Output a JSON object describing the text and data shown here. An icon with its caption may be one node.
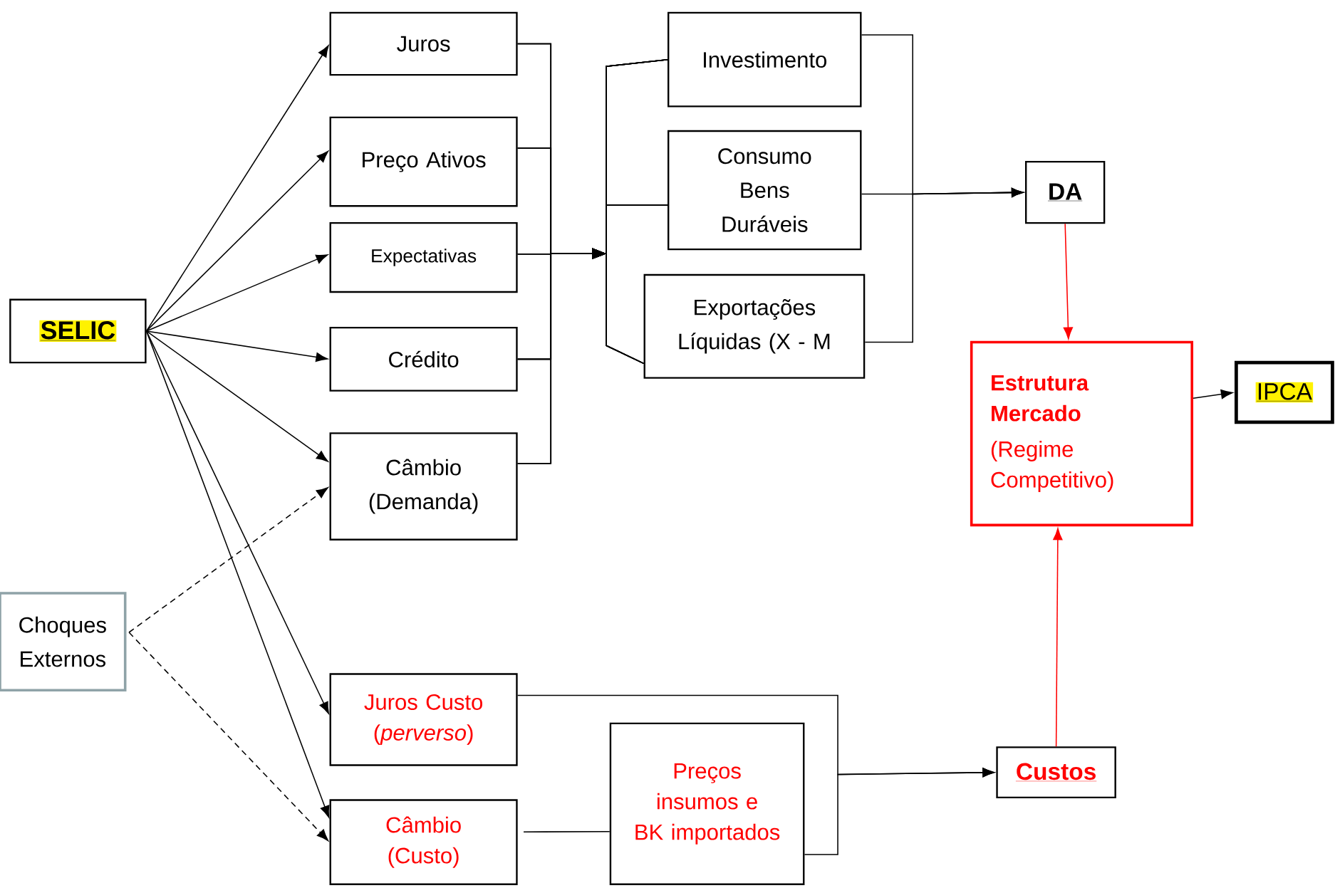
{
  "diagram": {
    "nodes": [
      {
        "text": [
          "SELIC"
        ]
      },
      {
        "text": [
          "Juros"
        ]
      },
      {
        "text": [
          "Preço Ativos"
        ]
      },
      {
        "text": [
          "Expectativas"
        ]
      },
      {
        "text": [
          "Crédito"
        ]
      },
      {
        "text": [
          "Câmbio (Demanda)"
        ]
      },
      {
        "text": [
          "Choques Externos"
        ]
      },
      {
        "text": [
          "Juros Custo (*perverso*)"
        ]
      },
      {
        "text": [
          "Câmbio (Custo)"
        ]
      },
      {
        "text": [
          "Investimento"
        ]
      },
      {
        "text": [
          "Consumo Bens Duráveis"
        ]
      },
      {
        "text": [
          "Exportações Líquidas (X - M"
        ]
      },
      {
        "text": [
          "Preços insumos e BK importados"
        ]
      },
      {
        "text": [
          "DA"
        ]
      },
      {
        "text": [
          "Custos"
        ]
      },
      {
        "text": [
          "Estrutura Mercado",
          "(Regime Competitivo)"
        ]
      },
      {
        "text": [
          "IPCA"
        ]
      }
    ],
    "edges": [
      {
        "from": 0,
        "to": 1,
        "arrow": "to"
      },
      {
        "from": 0,
        "to": 2,
        "arrow": "to"
      },
      {
        "from": 0,
        "to": 3,
        "arrow": "to"
      },
      {
        "from": 0,
        "to": 4,
        "arrow": "to"
      },
      {
        "from": 0,
        "to": 5,
        "arrow": "to"
      },
      {
        "from": 0,
        "to": 7,
        "arrow": "to"
      },
      {
        "from": 0,
        "to": 8,
        "arrow": "to"
      },
      {
        "from": 6,
        "to": 5,
        "arrow": "to",
        "style": "dashed"
      },
      {
        "from": 6,
        "to": 8,
        "arrow": "to",
        "style": "dashed"
      },
      {
        "from": 1,
        "to": 9,
        "arrow": "to"
      },
      {
        "from": 1,
        "to": 10,
        "arrow": "to"
      },
      {
        "from": 1,
        "to": 11,
        "arrow": "to"
      },
      {
        "from": 2,
        "to": 9,
        "arrow": "to"
      },
      {
        "from": 2,
        "to": 10,
        "arrow": "to"
      },
      {
        "from": 2,
        "to": 11,
        "arrow": "to"
      },
      {
        "from": 3,
        "to": 9,
        "arrow": "to"
      },
      {
        "from": 3,
        "to": 10,
        "arrow": "to"
      },
      {
        "from": 3,
        "to": 11,
        "arrow": "to"
      },
      {
        "from": 4,
        "to": 9,
        "arrow": "to"
      },
      {
        "from": 4,
        "to": 10,
        "arrow": "to"
      },
      {
        "from": 4,
        "to": 11,
        "arrow": "to"
      },
      {
        "from": 5,
        "to": 9,
        "arrow": "to"
      },
      {
        "from": 5,
        "to": 10,
        "arrow": "to"
      },
      {
        "from": 5,
        "to": 11,
        "arrow": "to"
      },
      {
        "from": 9,
        "to": 13,
        "arrow": "to"
      },
      {
        "from": 10,
        "to": 13,
        "arrow": "to"
      },
      {
        "from": 11,
        "to": 13,
        "arrow": "to"
      },
      {
        "from": 13,
        "to": 15,
        "arrow": "to",
        "color": "#ff0000"
      },
      {
        "from": 8,
        "to": 12,
        "arrow": "none"
      },
      {
        "from": 7,
        "to": 14,
        "arrow": "to"
      },
      {
        "from": 12,
        "to": 14,
        "arrow": "to"
      },
      {
        "from": 14,
        "to": 15,
        "arrow": "to",
        "color": "#ff0000"
      },
      {
        "from": 15,
        "to": 16,
        "arrow": "to"
      }
    ]
  }
}
